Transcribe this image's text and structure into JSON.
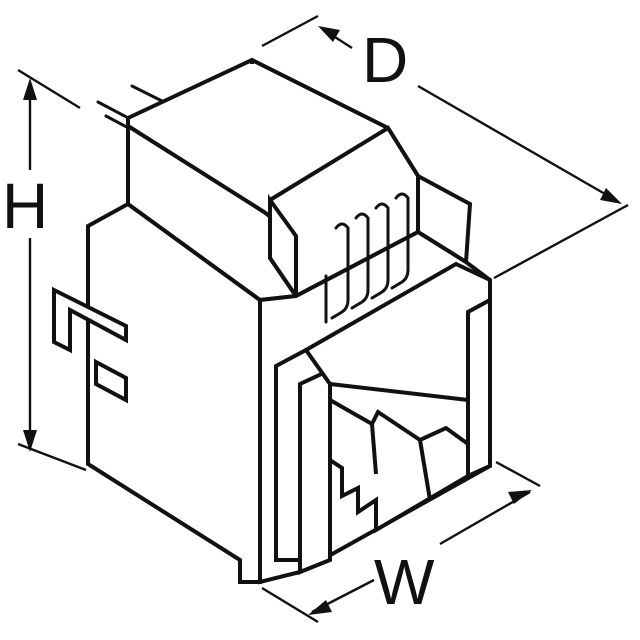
{
  "diagram": {
    "subject": "modular-jack-dimension-drawing",
    "dimensions": [
      {
        "key": "depth",
        "label": "D"
      },
      {
        "key": "height",
        "label": "H"
      },
      {
        "key": "width",
        "label": "W"
      }
    ]
  }
}
